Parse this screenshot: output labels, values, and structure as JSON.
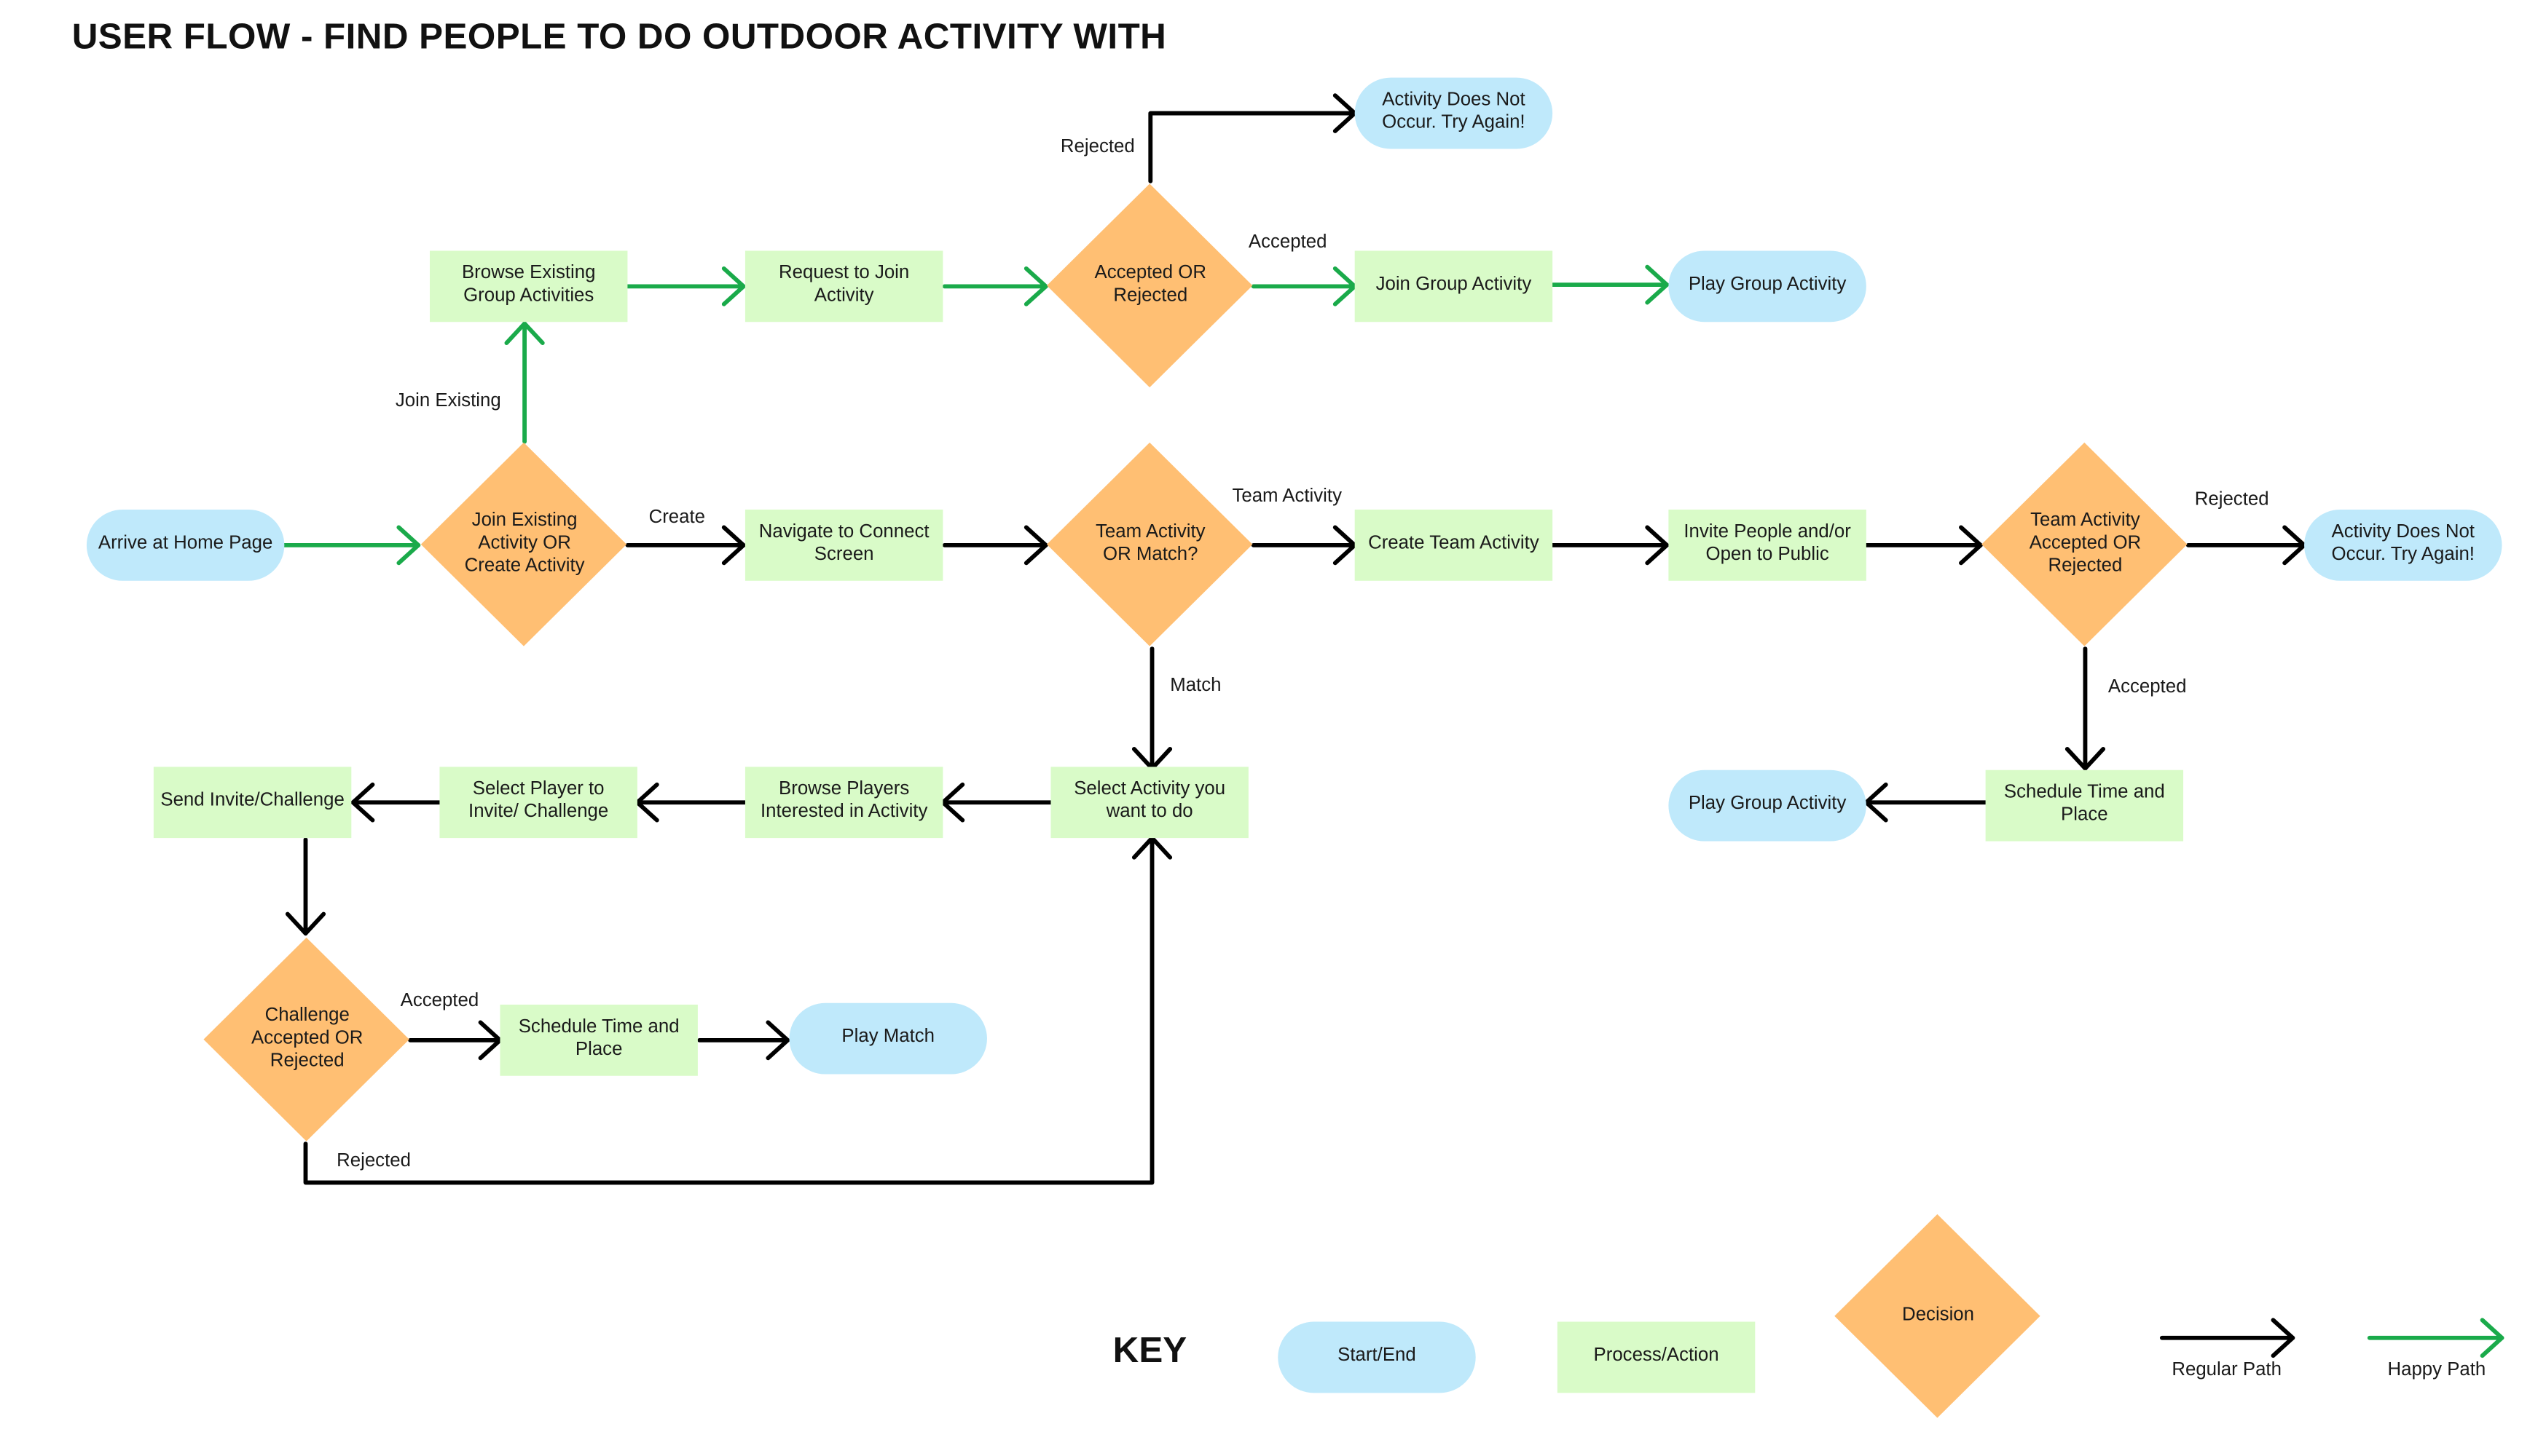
{
  "title": "USER FLOW - FIND PEOPLE TO DO OUTDOOR ACTIVITY WITH",
  "nodes": {
    "arrive": "Arrive at Home Page",
    "join_or_create": "Join Existing Activity OR Create Activity",
    "browse_groups": "Browse Existing Group Activities",
    "request_join": "Request to Join Activity",
    "accepted_or_rejected": "Accepted OR Rejected",
    "join_group": "Join Group Activity",
    "play_group_top": "Play Group Activity",
    "not_occur_top": "Activity Does Not Occur. Try Again!",
    "navigate_connect": "Navigate to Connect Screen",
    "team_or_match": "Team Activity OR Match?",
    "create_team": "Create Team Activity",
    "invite_people": "Invite People and/or Open to Public",
    "team_accepted": "Team Activity Accepted OR Rejected",
    "not_occur_right": "Activity Does Not Occur. Try Again!",
    "schedule_team": "Schedule Time and Place",
    "play_group_bottom": "Play Group Activity",
    "select_activity": "Select Activity you want to do",
    "browse_players": "Browse Players Interested in Activity",
    "select_player": "Select Player to Invite/ Challenge",
    "send_invite": "Send Invite/Challenge",
    "challenge_accepted": "Challenge Accepted OR Rejected",
    "schedule_match": "Schedule Time and Place",
    "play_match": "Play Match"
  },
  "labels": {
    "join_existing": "Join Existing",
    "create": "Create",
    "rejected_top": "Rejected",
    "accepted_top": "Accepted",
    "team_activity": "Team Activity",
    "match": "Match",
    "rejected_right": "Rejected",
    "accepted_right": "Accepted",
    "accepted_challenge": "Accepted",
    "rejected_challenge": "Rejected"
  },
  "key": {
    "title": "KEY",
    "start_end": "Start/End",
    "process": "Process/Action",
    "decision": "Decision",
    "regular_path": "Regular Path",
    "happy_path": "Happy Path"
  },
  "colors": {
    "terminal": "#bfe9fb",
    "process": "#d9fbc8",
    "decision": "#ffbf73",
    "regular_path": "#000000",
    "happy_path": "#1aaa4a"
  }
}
